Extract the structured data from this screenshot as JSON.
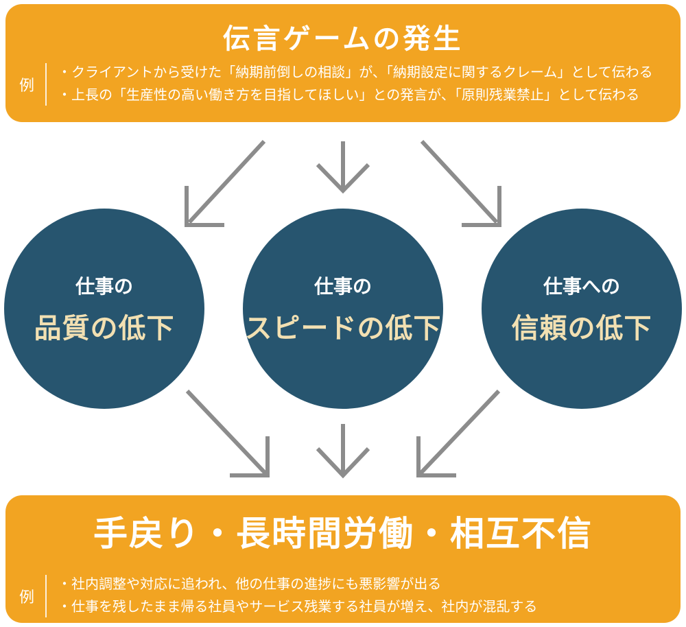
{
  "colors": {
    "orange": "#F2A422",
    "navy": "#27556F",
    "cream": "#F2E0B2",
    "arrow": "#8C8C8C",
    "white_text": "#FFFFFF"
  },
  "top_box": {
    "title": "伝言ゲームの発生",
    "example_label": "例",
    "bullets": [
      "・クライアントから受けた「納期前倒しの相談」が、「納期設定に関するクレーム」として伝わる",
      "・上長の「生産性の高い働き方を目指してほしい」との発言が、「原則残業禁止」として伝わる"
    ]
  },
  "circles": [
    {
      "line1": "仕事の",
      "line2": "品質の低下"
    },
    {
      "line1": "仕事の",
      "line2": "スピードの低下"
    },
    {
      "line1": "仕事への",
      "line2": "信頼の低下"
    }
  ],
  "bottom_box": {
    "title": "手戻り・長時間労働・相互不信",
    "example_label": "例",
    "bullets": [
      "・社内調整や対応に追われ、他の仕事の進捗にも悪影響が出る",
      "・仕事を残したまま帰る社員やサービス残業する社員が増え、社内が混乱する"
    ]
  }
}
